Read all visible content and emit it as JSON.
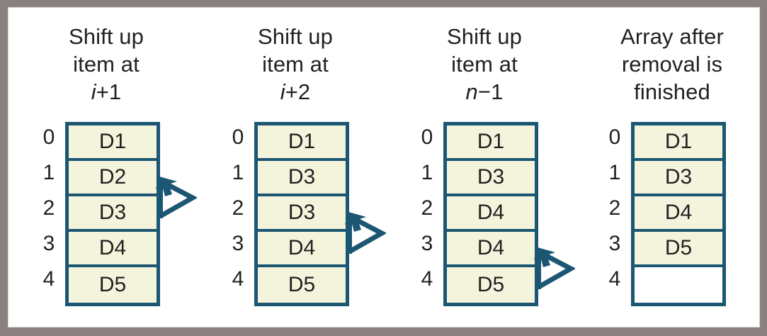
{
  "figure": {
    "title": "Array removal shift sequence",
    "frame_color": "#8b8080",
    "cell_fill": "#f4f4dd",
    "empty_cell_fill": "#ffffff",
    "border_color": "#1b5673",
    "text_color": "#231f20"
  },
  "columns": [
    {
      "heading": {
        "line1": "Shift up",
        "line2": "item at",
        "line3_var": "i",
        "line3_rest": "+1"
      },
      "indices": [
        "0",
        "1",
        "2",
        "3",
        "4"
      ],
      "cells": [
        "D1",
        "D2",
        "D3",
        "D4",
        "D5"
      ],
      "arrow": {
        "from_index": 2,
        "to_index": 1,
        "present": true
      }
    },
    {
      "heading": {
        "line1": "Shift up",
        "line2": "item at",
        "line3_var": "i",
        "line3_rest": "+2"
      },
      "indices": [
        "0",
        "1",
        "2",
        "3",
        "4"
      ],
      "cells": [
        "D1",
        "D3",
        "D3",
        "D4",
        "D5"
      ],
      "arrow": {
        "from_index": 3,
        "to_index": 2,
        "present": true
      }
    },
    {
      "heading": {
        "line1": "Shift up",
        "line2": "item at",
        "line3_var": "n",
        "line3_rest": "−1"
      },
      "indices": [
        "0",
        "1",
        "2",
        "3",
        "4"
      ],
      "cells": [
        "D1",
        "D3",
        "D4",
        "D4",
        "D5"
      ],
      "arrow": {
        "from_index": 4,
        "to_index": 3,
        "present": true
      }
    },
    {
      "heading": {
        "line1": "Array after",
        "line2": "removal is",
        "line3_var": "",
        "line3_rest": "finished"
      },
      "indices": [
        "0",
        "1",
        "2",
        "3",
        "4"
      ],
      "cells": [
        "D1",
        "D3",
        "D4",
        "D5",
        ""
      ],
      "arrow": {
        "from_index": null,
        "to_index": null,
        "present": false
      }
    }
  ]
}
